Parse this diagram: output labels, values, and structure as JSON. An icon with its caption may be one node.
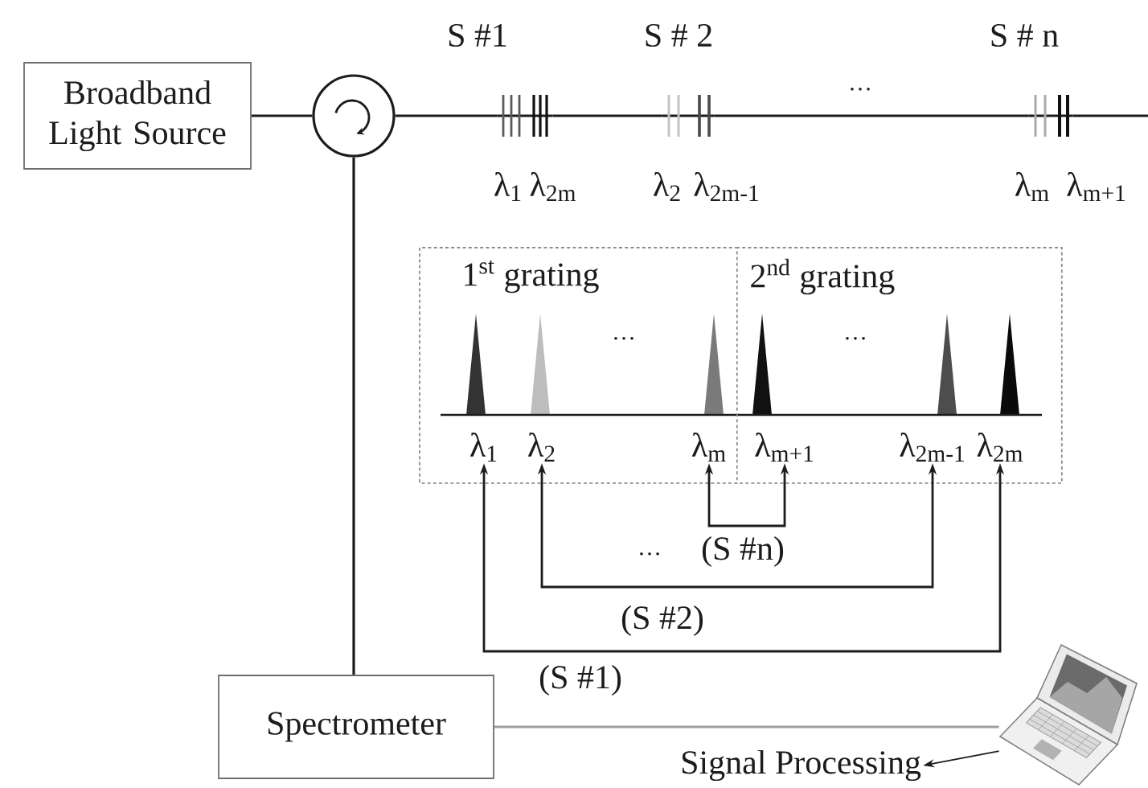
{
  "diagram": {
    "nodes": [
      {
        "text": [
          "Broadband Light Source"
        ]
      },
      {
        "text": [],
        "shape": "circle"
      },
      {
        "text": [
          "S #1"
        ],
        "beside": [
          "λ$_{1}$",
          "λ$_{2m}$"
        ]
      },
      {
        "text": [
          "S # 2"
        ],
        "beside": [
          "λ$_{2}$",
          "λ$_{2m-1}$"
        ]
      },
      {
        "text": [
          "S # n"
        ],
        "beside": [
          "λ$_{m}$",
          "λ$_{m+1}$"
        ]
      },
      {
        "text": [
          "1$^{st}$ grating"
        ]
      },
      {
        "text": [
          "2$^{nd}$ grating"
        ]
      },
      {
        "text": [
          "λ$_{1}$"
        ],
        "in": 5
      },
      {
        "text": [
          "λ$_{2}$"
        ],
        "in": 5
      },
      {
        "text": [
          "λ$_{m}$"
        ],
        "in": 5
      },
      {
        "text": [
          "λ$_{m+1}$"
        ],
        "in": 6
      },
      {
        "text": [
          "λ$_{2m-1}$"
        ],
        "in": 6
      },
      {
        "text": [
          "λ$_{2m}$"
        ],
        "in": 6
      },
      {
        "text": [
          "Spectrometer"
        ]
      },
      {
        "text": [],
        "shape": "picture"
      },
      {
        "text": [
          "Signal Processing"
        ]
      }
    ],
    "edges": [
      {
        "from": 0,
        "to": 1,
        "arrow": "none"
      },
      {
        "from": 1,
        "to": 2,
        "arrow": "none"
      },
      {
        "from": 2,
        "to": 3,
        "arrow": "none"
      },
      {
        "from": 3,
        "to": 4,
        "arrow": "none"
      },
      {
        "from": 4,
        "to": null,
        "arrow": "none"
      },
      {
        "from": 1,
        "to": 13,
        "arrow": "none"
      },
      {
        "from": 7,
        "to": 12,
        "arrow": "both",
        "label": "(S #1)"
      },
      {
        "from": 8,
        "to": 11,
        "arrow": "both",
        "label": "(S #2)"
      },
      {
        "from": 9,
        "to": 10,
        "arrow": "both",
        "label": "(S #n)"
      },
      {
        "from": 13,
        "to": 14,
        "arrow": "none",
        "color": "#a0a0a0"
      },
      {
        "from": 14,
        "to": 15,
        "arrow": "to"
      }
    ],
    "labels": [
      "…",
      "…",
      "…",
      "…"
    ]
  }
}
